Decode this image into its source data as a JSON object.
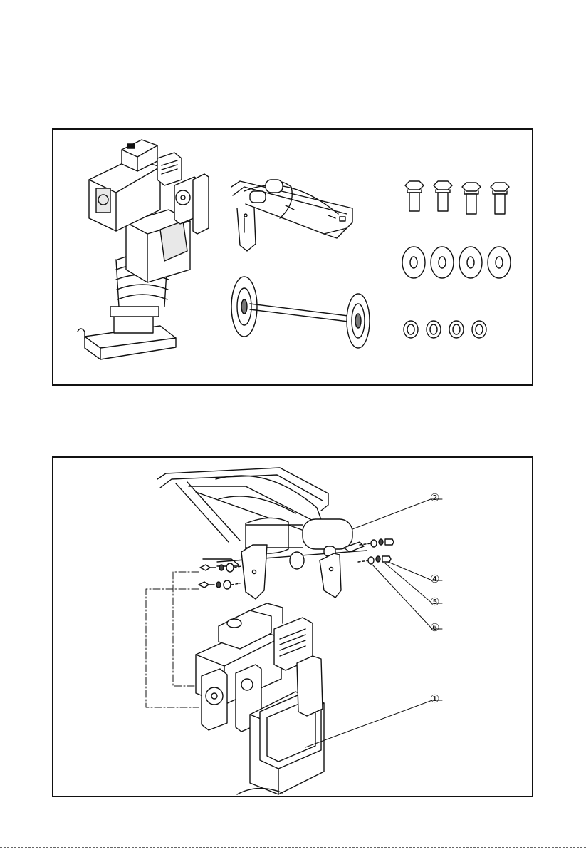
{
  "figures": {
    "parts_kit": {
      "items": [
        "machine",
        "handle",
        "wheel-axle",
        "bolts",
        "flat-washers",
        "spring-washers"
      ],
      "bolt_count": 4,
      "flat_washer_count": 4,
      "spring_washer_count": 4
    },
    "assembly": {
      "callouts": [
        {
          "id": "c2",
          "label": "②"
        },
        {
          "id": "c4",
          "label": "④"
        },
        {
          "id": "c5",
          "label": "⑤"
        },
        {
          "id": "c6",
          "label": "⑥"
        },
        {
          "id": "c1",
          "label": "①"
        }
      ]
    }
  },
  "colors": {
    "line": "#111111",
    "background": "#ffffff"
  }
}
